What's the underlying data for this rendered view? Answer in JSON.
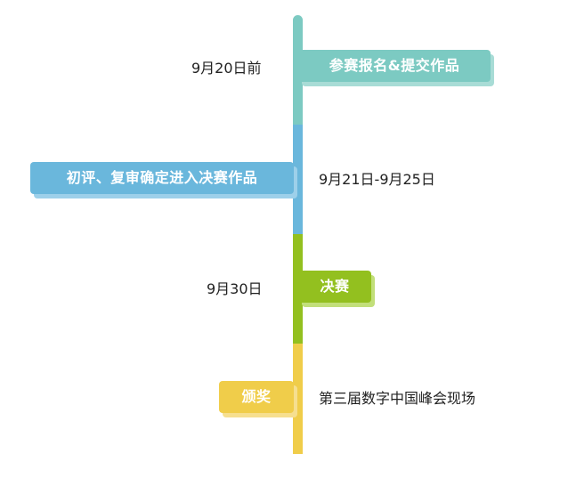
{
  "timeline": {
    "colors": {
      "stage1": "#7ccac2",
      "stage2": "#6ab7dc",
      "stage3": "#93c01f",
      "stage4": "#f0cd4a"
    },
    "stages": [
      {
        "tag": "参赛报名&提交作品",
        "label": "9月20日前"
      },
      {
        "tag": "初评、复审确定进入决赛作品",
        "label": "9月21日-9月25日"
      },
      {
        "tag": "决赛",
        "label": "9月30日"
      },
      {
        "tag": "颁奖",
        "label": "第三届数字中国峰会现场"
      }
    ]
  }
}
